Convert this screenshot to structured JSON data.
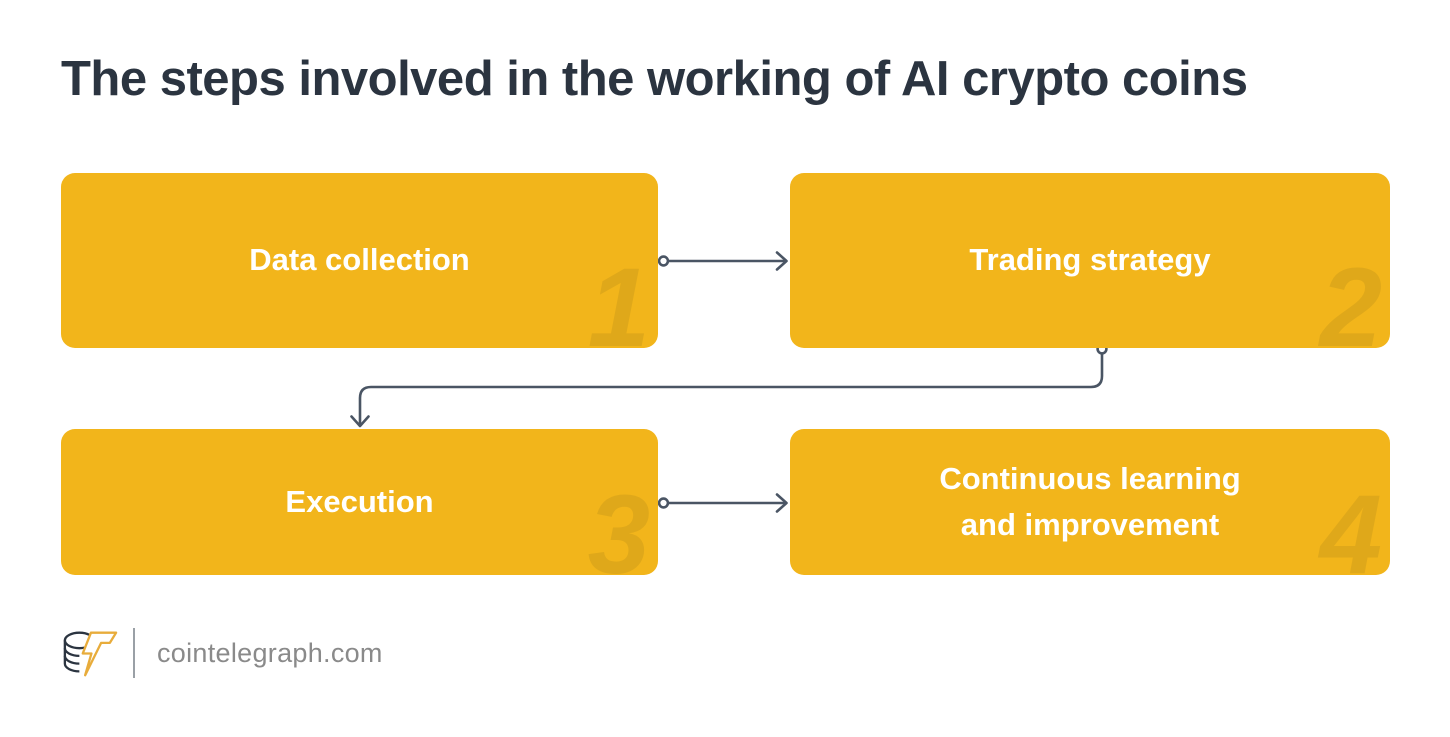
{
  "title": "The steps involved in the working of AI crypto coins",
  "steps": [
    {
      "number": "1",
      "label": "Data collection"
    },
    {
      "number": "2",
      "label": "Trading strategy"
    },
    {
      "number": "3",
      "label": "Execution"
    },
    {
      "number": "4",
      "label": "Continuous learning\nand improvement"
    }
  ],
  "footer": {
    "site": "cointelegraph.com"
  },
  "icons": {
    "logo": "cointelegraph-coin-stack-lightning-icon",
    "connector_start": "open-circle",
    "connector_end": "chevron-arrowhead"
  },
  "colors": {
    "box_fill": "#F2B51B",
    "box_text": "#FFFFFF",
    "watermark_number": "#DFA81A",
    "title_text": "#2B3440",
    "connector": "#4A5564",
    "footer_text": "#8A8A8A",
    "background": "#FFFFFF",
    "logo_gold": "#E8AC3B",
    "logo_dark": "#2B3440"
  }
}
